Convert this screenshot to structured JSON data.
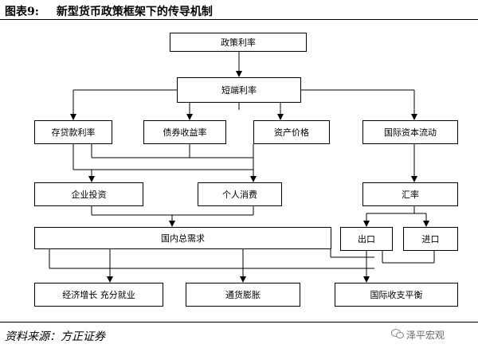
{
  "title": "图表9:",
  "subtitle": "新型货币政策框架下的传导机制",
  "boxes": {
    "policy_rate": "政策利率",
    "short_rate": "短端利率",
    "deposit_loan_rate": "存贷款利率",
    "bond_yield": "债券收益率",
    "asset_price": "资产价格",
    "capital_flow": "国际资本流动",
    "corporate_investment": "企业投资",
    "personal_consumption": "个人消费",
    "exchange_rate": "汇率",
    "aggregate_demand": "国内总需求",
    "export": "出口",
    "import": "进口",
    "growth_employment": "经济增长  充分就业",
    "inflation": "通货膨胀",
    "balance_of_payments": "国际收支平衡"
  },
  "source": "资料来源：方正证券",
  "watermark": "泽平宏观"
}
